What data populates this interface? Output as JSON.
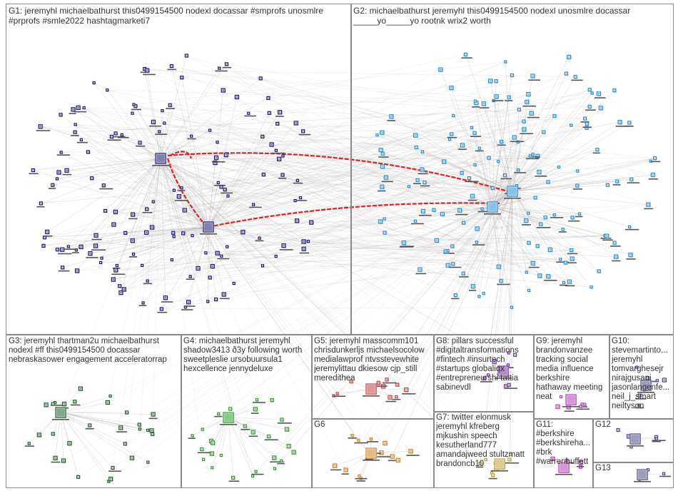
{
  "title": "",
  "colors": {
    "g1_node": "#1a1a6e",
    "g2_node": "#2a8fd0",
    "g3_node": "#1f5c2a",
    "g4_node": "#2f9a2f",
    "g5_node": "#c04040",
    "g6_node": "#d08020",
    "g7_node": "#c0a030",
    "g8_node": "#7030a0",
    "g9_node": "#b040b0",
    "g10_node": "#4a4a8a",
    "edge": "#b8b0b0",
    "highlight_edge": "#e02020",
    "panel_border": "#8a8a8a"
  },
  "groups": [
    {
      "id": "g1",
      "label": "G1: jeremyhl michaelbathurst this0499154500 nodexl docassar #smprofs unosmlre\n#prprofs #smle2022 hashtagmarketi7"
    },
    {
      "id": "g2",
      "label": "G2: michaelbathurst jeremyhl this0499154500 nodexl unosmlre docassar\n_____yo_____yo rootnk wrix2 worth"
    },
    {
      "id": "g3",
      "label": "G3: jeremyhl thartman2u michaelbathurst\nnodexl #ff this0499154500 docassar\nnebraskasower engagement acceleratorrap"
    },
    {
      "id": "g4",
      "label": "G4: michaelbathurst jeremyhl\nshadow3413 ð3y following worth\nsweetpleslie ursobuursula1\nhexcellence jennydeluxe"
    },
    {
      "id": "g5",
      "label": "G5: jeremyhl masscomm101\nchrisdunkerljs michaelsocolow\nmedialawprof ntvsstevewhite\njeremylittau dkiesow cjp_still\nmeredithea"
    },
    {
      "id": "g6",
      "label": "G6"
    },
    {
      "id": "g7",
      "label": "G7: twitter elonmusk\njeremyhl kfreberg\nmjkushin speech\nkesutherland777\namandajweed stultzmatt\nbrandoncb10"
    },
    {
      "id": "g8",
      "label": "G8: pillars successful\n#digitaltransformations\n#fintech #insurtech\n#startups globaliqx\n#entrepreneurshi tattia\nsabinevdl"
    },
    {
      "id": "g9",
      "label": "G9: jeremyhl\nbrandonvanzee\ntracking social\nmedia influence\nberkshire\nhathaway meeting\nneat"
    },
    {
      "id": "g10",
      "label": "G10:\nstevemartinto...\njeremyhl\ntomvarghesejr\nnirajgusani\njasonlangenfe...\nneil_j_smart\nneiltyson"
    },
    {
      "id": "g11",
      "label": "G11:\n#berkshire\n#berkshireha...\n#brk\n#warrenbuffett"
    },
    {
      "id": "g12",
      "label": "G12"
    },
    {
      "id": "g13",
      "label": "G13"
    }
  ]
}
